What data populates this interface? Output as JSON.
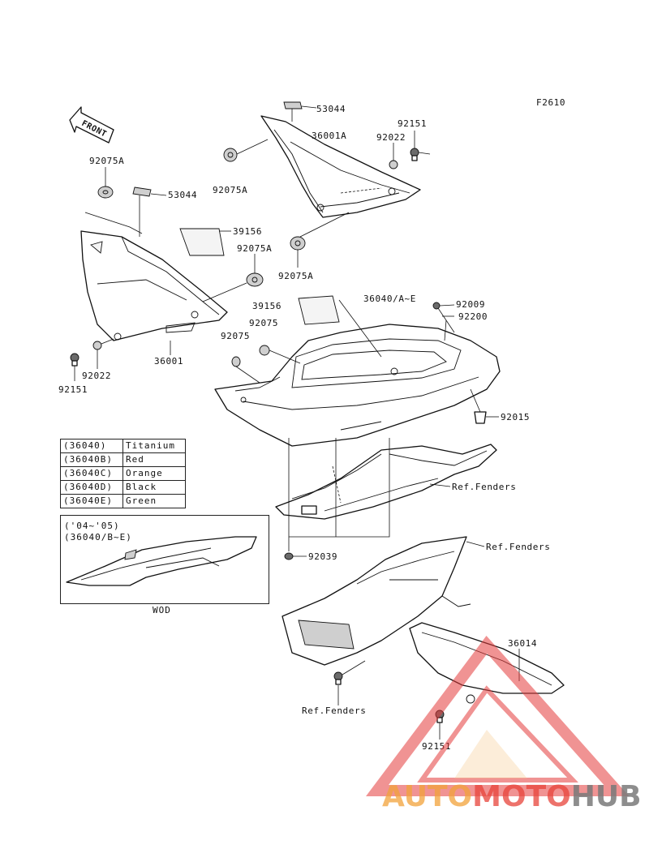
{
  "figure_code": "F2610",
  "front_arrow_text": "FRONT",
  "labels": {
    "p53044_top": "53044",
    "p36001A": "36001A",
    "p92151_top": "92151",
    "p92022_top": "92022",
    "p92075A_left": "92075A",
    "p92075A_mid": "92075A",
    "p53044_left": "53044",
    "p39156_upper": "39156",
    "p92075A_right": "92075A",
    "p92075A_lower": "92075A",
    "p36001": "36001",
    "p92022_bottom": "92022",
    "p92151_bottom": "92151",
    "p39156_lower": "39156",
    "p36040": "36040/A~E",
    "p92009": "92009",
    "p92200": "92200",
    "p92075_a": "92075",
    "p92075_b": "92075",
    "p92015": "92015",
    "ref_fenders_1": "Ref.Fenders",
    "p92039": "92039",
    "ref_fenders_2": "Ref.Fenders",
    "p36014": "36014",
    "ref_fenders_3": "Ref.Fenders",
    "p92151_lower": "92151"
  },
  "color_table": [
    {
      "code": "(36040)",
      "color": "Titanium"
    },
    {
      "code": "(36040B)",
      "color": "Red"
    },
    {
      "code": "(36040C)",
      "color": "Orange"
    },
    {
      "code": "(36040D)",
      "color": "Black"
    },
    {
      "code": "(36040E)",
      "color": "Green"
    }
  ],
  "variant_box": {
    "line1": "('04~'05)",
    "line2": "(36040/B~E)",
    "caption": "WOD"
  },
  "watermark": {
    "part1": "AUTO",
    "part2": "MOTO",
    "part3": "HUB",
    "colors": {
      "part1": "#f2a23a",
      "part2": "#e8443a",
      "part3": "#7a7a7a",
      "triangle": "#e53b3b"
    }
  }
}
